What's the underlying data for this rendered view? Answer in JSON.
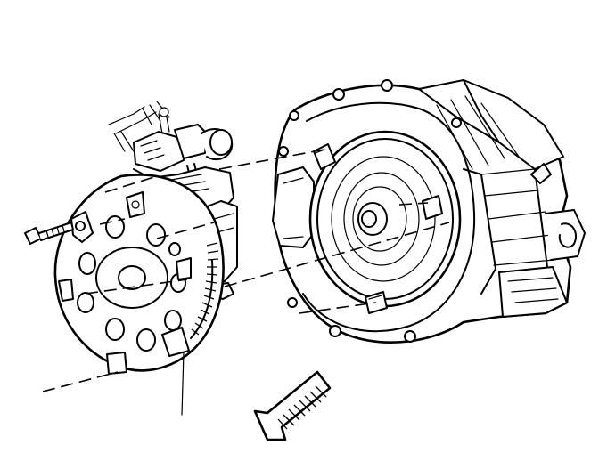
{
  "diagram": {
    "components": [
      {
        "id": "bolt",
        "icon": "bolt-icon"
      },
      {
        "id": "flexplate",
        "icon": "flexplate-icon"
      },
      {
        "id": "engine-block",
        "icon": "engine-block-icon"
      },
      {
        "id": "torque-converter",
        "icon": "torque-converter-icon"
      },
      {
        "id": "transmission-case",
        "icon": "transmission-case-icon"
      },
      {
        "id": "direction-arrow",
        "icon": "arrow-down-left-icon"
      }
    ],
    "colors": {
      "ink": "#000000",
      "paper": "#ffffff"
    }
  }
}
